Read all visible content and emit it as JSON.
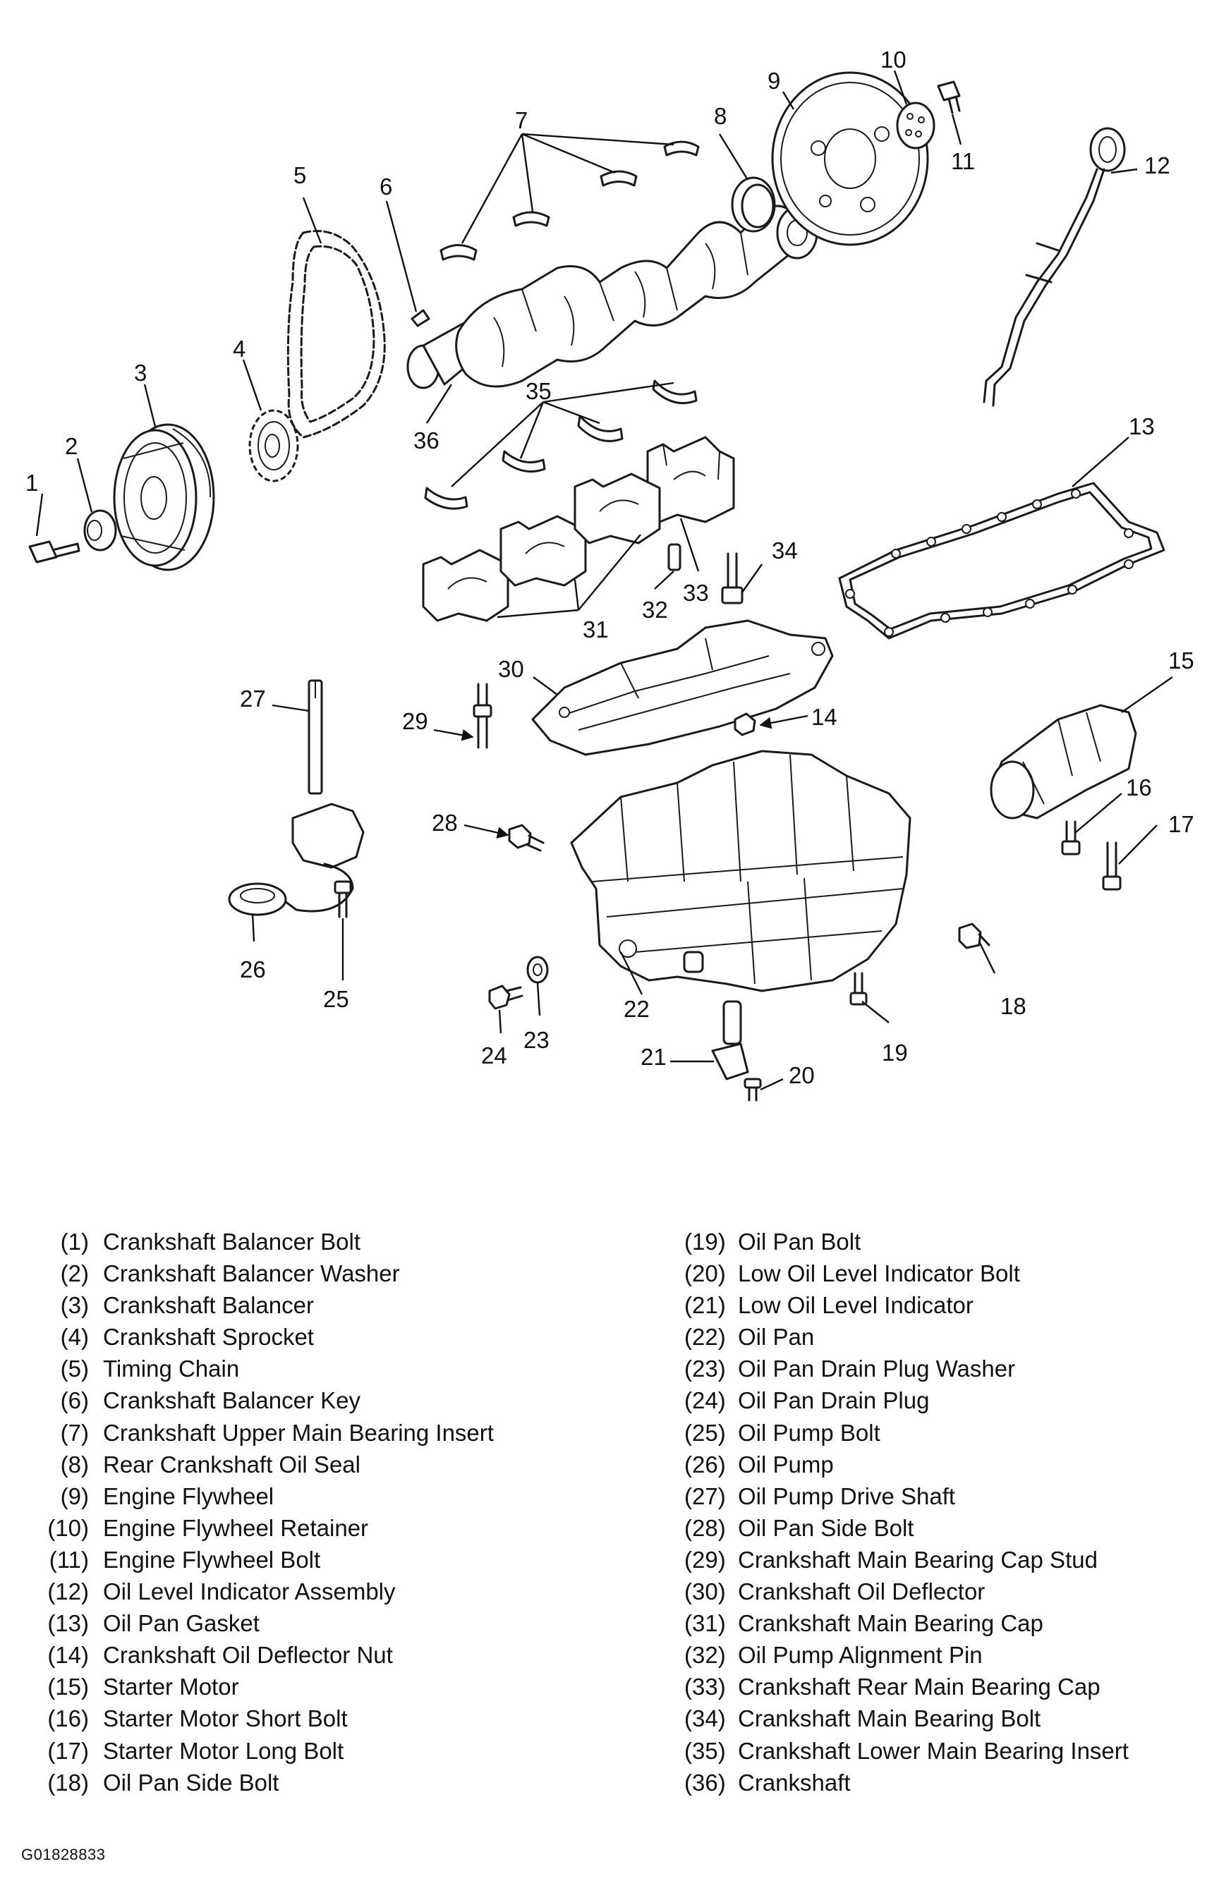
{
  "diagram": {
    "callouts": [
      "1",
      "2",
      "3",
      "4",
      "5",
      "6",
      "7",
      "8",
      "9",
      "10",
      "11",
      "12",
      "13",
      "14",
      "15",
      "16",
      "17",
      "18",
      "19",
      "20",
      "21",
      "22",
      "23",
      "24",
      "25",
      "26",
      "27",
      "28",
      "29",
      "30",
      "31",
      "32",
      "33",
      "34",
      "35",
      "36"
    ]
  },
  "legend": {
    "left": [
      {
        "num": "(1)",
        "name": "Crankshaft Balancer Bolt"
      },
      {
        "num": "(2)",
        "name": "Crankshaft Balancer Washer"
      },
      {
        "num": "(3)",
        "name": "Crankshaft Balancer"
      },
      {
        "num": "(4)",
        "name": "Crankshaft Sprocket"
      },
      {
        "num": "(5)",
        "name": "Timing Chain"
      },
      {
        "num": "(6)",
        "name": "Crankshaft Balancer Key"
      },
      {
        "num": "(7)",
        "name": "Crankshaft Upper Main Bearing Insert"
      },
      {
        "num": "(8)",
        "name": "Rear Crankshaft Oil Seal"
      },
      {
        "num": "(9)",
        "name": "Engine Flywheel"
      },
      {
        "num": "(10)",
        "name": "Engine Flywheel Retainer"
      },
      {
        "num": "(11)",
        "name": "Engine Flywheel Bolt"
      },
      {
        "num": "(12)",
        "name": "Oil Level Indicator Assembly"
      },
      {
        "num": "(13)",
        "name": "Oil Pan Gasket"
      },
      {
        "num": "(14)",
        "name": "Crankshaft Oil Deflector Nut"
      },
      {
        "num": "(15)",
        "name": "Starter Motor"
      },
      {
        "num": "(16)",
        "name": "Starter Motor Short Bolt"
      },
      {
        "num": "(17)",
        "name": "Starter Motor Long Bolt"
      },
      {
        "num": "(18)",
        "name": "Oil Pan Side Bolt"
      }
    ],
    "right": [
      {
        "num": "(19)",
        "name": "Oil Pan Bolt"
      },
      {
        "num": "(20)",
        "name": "Low Oil Level Indicator Bolt"
      },
      {
        "num": "(21)",
        "name": "Low Oil Level Indicator"
      },
      {
        "num": "(22)",
        "name": "Oil Pan"
      },
      {
        "num": "(23)",
        "name": "Oil Pan Drain Plug Washer"
      },
      {
        "num": "(24)",
        "name": "Oil Pan Drain Plug"
      },
      {
        "num": "(25)",
        "name": "Oil Pump Bolt"
      },
      {
        "num": "(26)",
        "name": "Oil Pump"
      },
      {
        "num": "(27)",
        "name": "Oil Pump Drive Shaft"
      },
      {
        "num": "(28)",
        "name": "Oil Pan Side Bolt"
      },
      {
        "num": "(29)",
        "name": "Crankshaft Main Bearing Cap Stud"
      },
      {
        "num": "(30)",
        "name": "Crankshaft Oil Deflector"
      },
      {
        "num": "(31)",
        "name": "Crankshaft Main Bearing Cap"
      },
      {
        "num": "(32)",
        "name": "Oil Pump Alignment Pin"
      },
      {
        "num": "(33)",
        "name": "Crankshaft Rear Main Bearing Cap"
      },
      {
        "num": "(34)",
        "name": "Crankshaft Main Bearing Bolt"
      },
      {
        "num": "(35)",
        "name": "Crankshaft Lower Main Bearing Insert"
      },
      {
        "num": "(36)",
        "name": "Crankshaft"
      }
    ]
  },
  "figure_id": "G01828833"
}
